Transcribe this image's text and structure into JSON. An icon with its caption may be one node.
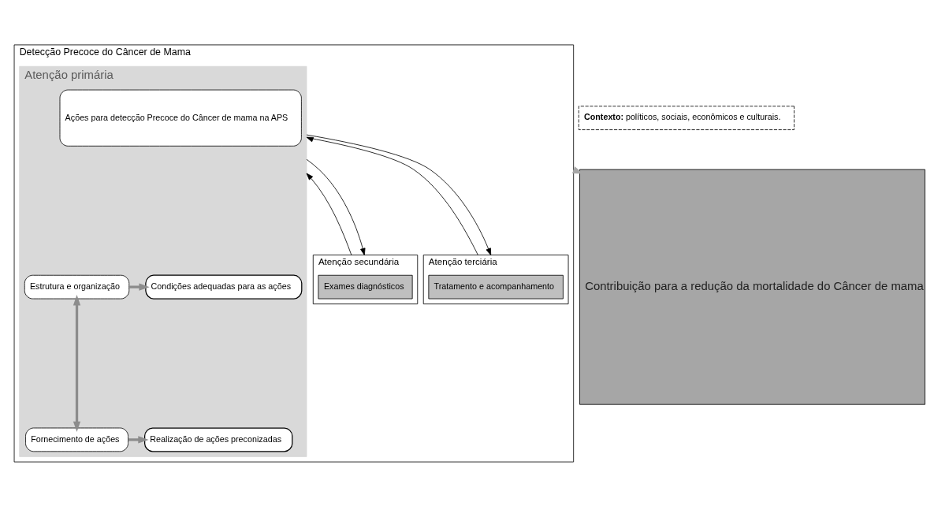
{
  "diagram": {
    "nodes": [
      {
        "text": [
          "Detecção Precoce do Câncer de Mama"
        ]
      },
      {
        "text": [
          "**Contexto:** políticos, sociais, econômicos e culturais."
        ]
      },
      {
        "text": [
          "Atenção primária"
        ],
        "in": 0
      },
      {
        "text": [
          "Ações para detecção Precoce do Câncer de mama na APS"
        ],
        "in": 2
      },
      {
        "text": [
          "Estrutura e organização"
        ],
        "in": 2
      },
      {
        "text": [
          "Fornecimento de ações"
        ],
        "in": 2
      },
      {
        "text": [
          "Condições adequadas para as ações"
        ],
        "in": 2
      },
      {
        "text": [
          "Realização de ações preconizadas"
        ],
        "in": 2
      },
      {
        "text": [
          "Atenção secundária"
        ],
        "in": 0
      },
      {
        "text": [
          "Exames diagnósticos"
        ],
        "in": 8
      },
      {
        "text": [
          "Atenção terciária"
        ],
        "in": 0
      },
      {
        "text": [
          "Tratamento e acompanhamento"
        ],
        "in": 10
      },
      {
        "text": [
          "Contribuição para a redução da mortalidade do Câncer de mama"
        ]
      }
    ],
    "edges": [
      {
        "from": 4,
        "to": 6,
        "arrow": "to",
        "style": "thick",
        "color": "#8c8c8c"
      },
      {
        "from": 5,
        "to": 7,
        "arrow": "to",
        "style": "thick",
        "color": "#8c8c8c"
      },
      {
        "from": 4,
        "to": 5,
        "arrow": "both",
        "style": "thick",
        "color": "#8c8c8c"
      },
      {
        "from": 8,
        "to": 2,
        "arrow": "to"
      },
      {
        "from": 2,
        "to": 8,
        "arrow": "to"
      },
      {
        "from": 10,
        "to": 2,
        "arrow": "to"
      },
      {
        "from": 2,
        "to": 10,
        "arrow": "to"
      },
      {
        "from": 0,
        "to": 12,
        "arrow": "to",
        "style": "thick",
        "color": "#a6a6a6"
      }
    ]
  }
}
